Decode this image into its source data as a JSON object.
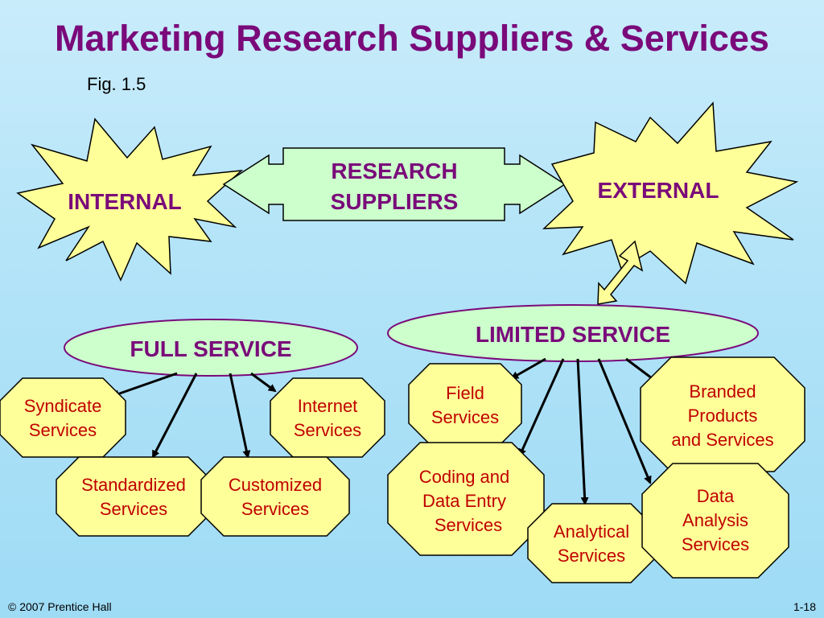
{
  "title": "Marketing Research Suppliers & Services",
  "figure_label": "Fig. 1.5",
  "nodes": {
    "internal": "INTERNAL",
    "research_suppliers": [
      "RESEARCH",
      "SUPPLIERS"
    ],
    "external": "EXTERNAL",
    "full_service": "FULL SERVICE",
    "limited_service": "LIMITED SERVICE"
  },
  "full_service_items": [
    [
      "Syndicate",
      "Services"
    ],
    [
      "Internet",
      "Services"
    ],
    [
      "Standardized",
      "Services"
    ],
    [
      "Customized",
      "Services"
    ]
  ],
  "limited_service_items": [
    [
      "Field",
      "Services"
    ],
    [
      "Branded",
      "Products",
      "and Services"
    ],
    [
      "Coding and",
      "Data Entry",
      "Services"
    ],
    [
      "Analytical",
      "Services"
    ],
    [
      "Data",
      "Analysis",
      "Services"
    ]
  ],
  "footer": {
    "copyright": "© 2007 Prentice Hall",
    "slide_number": "1-18"
  },
  "colors": {
    "title": "#7a0a7a",
    "node_text": "#7a0a7a",
    "item_text": "#c00000",
    "starburst_fill": "#ffff99",
    "ellipse_fill": "#ccffcc",
    "ellipse_stroke": "#7a0a7a",
    "arrow_fill": "#ccffcc",
    "octagon_fill": "#ffff99"
  }
}
